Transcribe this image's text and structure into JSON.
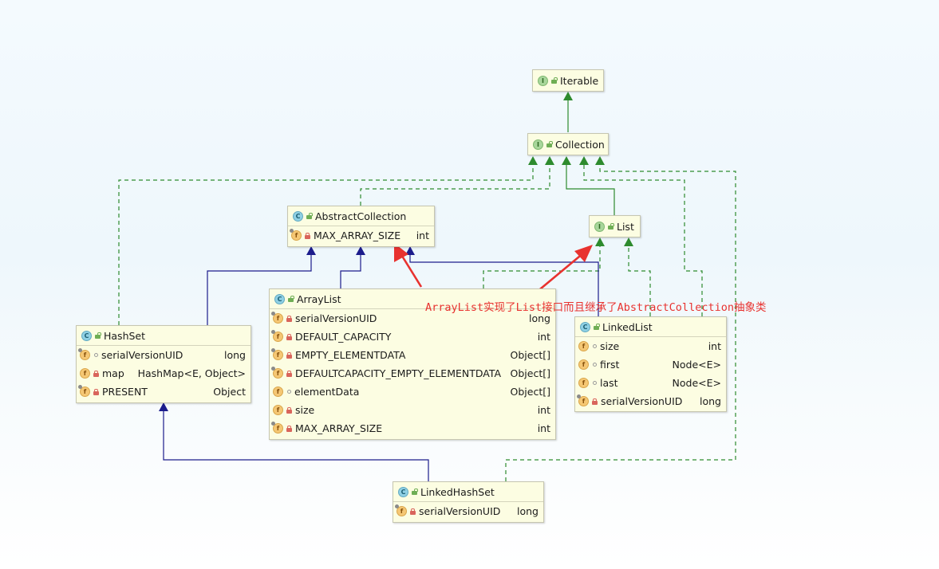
{
  "nodes": {
    "iterable": {
      "name": "Iterable",
      "kind": "I"
    },
    "collection": {
      "name": "Collection",
      "kind": "I"
    },
    "list": {
      "name": "List",
      "kind": "I"
    },
    "abstract_collection": {
      "name": "AbstractCollection",
      "kind": "C",
      "fields": [
        {
          "name": "MAX_ARRAY_SIZE",
          "type": "int"
        }
      ]
    },
    "array_list": {
      "name": "ArrayList",
      "kind": "C",
      "fields": [
        {
          "name": "serialVersionUID",
          "type": "long"
        },
        {
          "name": "DEFAULT_CAPACITY",
          "type": "int"
        },
        {
          "name": "EMPTY_ELEMENTDATA",
          "type": "Object[]"
        },
        {
          "name": "DEFAULTCAPACITY_EMPTY_ELEMENTDATA",
          "type": "Object[]"
        },
        {
          "name": "elementData",
          "type": "Object[]"
        },
        {
          "name": "size",
          "type": "int"
        },
        {
          "name": "MAX_ARRAY_SIZE",
          "type": "int"
        }
      ]
    },
    "hash_set": {
      "name": "HashSet",
      "kind": "C",
      "fields": [
        {
          "name": "serialVersionUID",
          "type": "long"
        },
        {
          "name": "map",
          "type": "HashMap<E, Object>"
        },
        {
          "name": "PRESENT",
          "type": "Object"
        }
      ]
    },
    "linked_list": {
      "name": "LinkedList",
      "kind": "C",
      "fields": [
        {
          "name": "size",
          "type": "int"
        },
        {
          "name": "first",
          "type": "Node<E>"
        },
        {
          "name": "last",
          "type": "Node<E>"
        },
        {
          "name": "serialVersionUID",
          "type": "long"
        }
      ]
    },
    "linked_hash_set": {
      "name": "LinkedHashSet",
      "kind": "C",
      "fields": [
        {
          "name": "serialVersionUID",
          "type": "long"
        }
      ]
    }
  },
  "annotation": "ArrayList实现了List接口而且继承了AbstractCollection抽象类",
  "colors": {
    "implements": "#2e8b2e",
    "extends": "#1c1c8c",
    "annotation": "#e8322f"
  }
}
